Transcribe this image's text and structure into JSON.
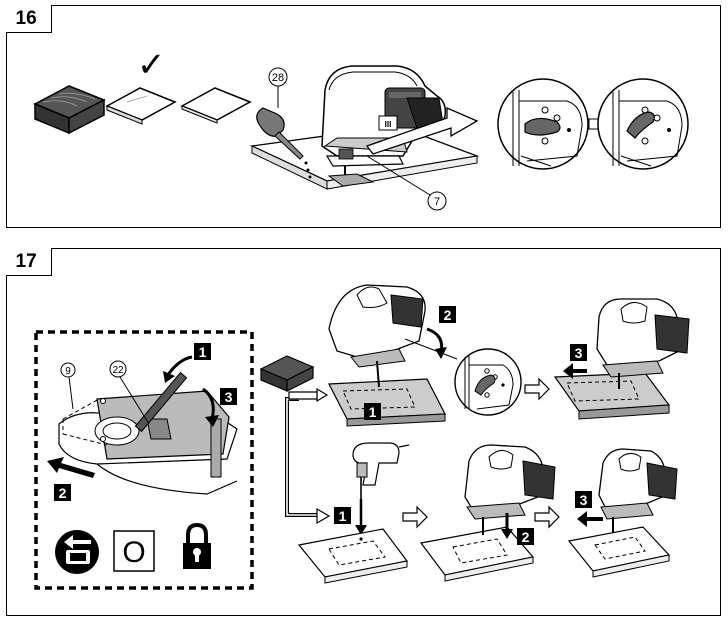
{
  "figure16": {
    "number": "16",
    "callouts": {
      "oil": "28",
      "lever": "7"
    },
    "check_mark": "✓"
  },
  "figure17": {
    "number": "17",
    "callouts": {
      "left": "9",
      "middle": "22"
    },
    "steps": {
      "one": "1",
      "two": "2",
      "three": "3"
    },
    "icon_letter": "O"
  },
  "colors": {
    "line": "#000000",
    "gray": "#b9b9b9",
    "dark_gray": "#6b6b6b",
    "background": "#ffffff"
  }
}
